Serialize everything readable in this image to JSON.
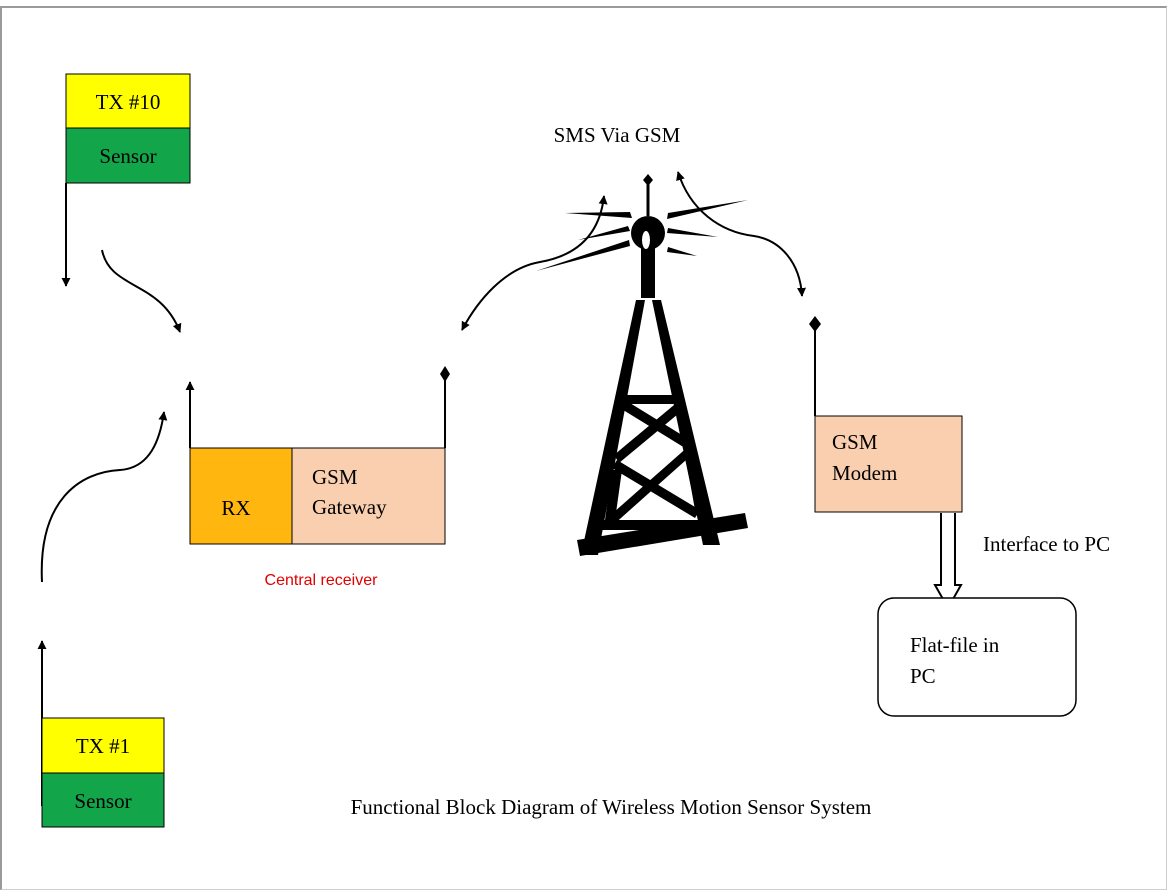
{
  "colors": {
    "tx_yellow": "#ffff00",
    "sensor_green": "#12a54a",
    "rx_orange": "#ffb70f",
    "gateway_peach": "#f9cfb0",
    "caption_red": "#e00000"
  },
  "nodes": {
    "tx10": {
      "label": "TX #10",
      "sensor": "Sensor"
    },
    "tx1": {
      "label": "TX #1",
      "sensor": "Sensor"
    },
    "rx": {
      "label": "RX"
    },
    "gateway": {
      "line1": "GSM",
      "line2": "Gateway"
    },
    "central_caption": "Central receiver",
    "sms_label": "SMS Via GSM",
    "modem": {
      "line1": "GSM",
      "line2": "Modem"
    },
    "interface_label": "Interface to PC",
    "pc": {
      "line1": "Flat-file in",
      "line2": "PC"
    }
  },
  "caption": "Functional Block Diagram of Wireless Motion Sensor System"
}
